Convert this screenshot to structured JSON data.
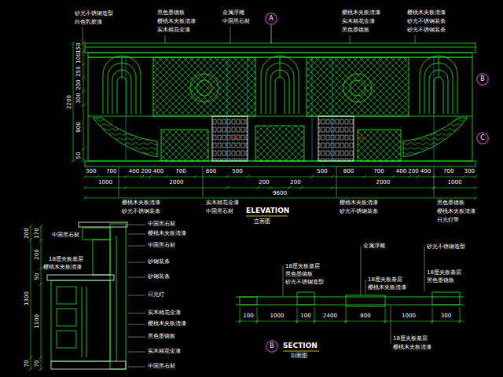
{
  "diagram": {
    "nodes": [
      {
        "text": [
          "A"
        ]
      },
      {
        "text": [
          "B"
        ]
      },
      {
        "text": [
          "C"
        ]
      },
      {
        "text": [
          "B"
        ]
      }
    ],
    "labels": [
      "砂光不锈钢造型",
      "白色乳胶漆",
      "黑色墨镜板",
      "樱桃木夹板清漆",
      "实木精花金漆",
      "金属浮雕",
      "中国黑石材",
      "樱桃木夹板清漆",
      "实木精花金漆",
      "黑色墨镜板",
      "樱桃木夹板清漆",
      "砂光不锈钢装条",
      "砂光不锈钢装条",
      "150",
      "100",
      "250",
      "200",
      "300",
      "900",
      "50",
      "2200",
      "300",
      "700",
      "400",
      "200",
      "400",
      "700",
      "800",
      "500",
      "500",
      "800",
      "700",
      "400",
      "200",
      "400",
      "700",
      "300",
      "1000",
      "2000",
      "200",
      "200",
      "2000",
      "1000",
      "9600",
      "樱桃木夹板清漆",
      "砂光不锈钢装条",
      "实木精花金漆",
      "中国黑石材",
      "樱桃木夹板清漆",
      "砂光不锈钢装条",
      "黑色墨镜板",
      "樱桃木夹板清漆",
      "日光灯带",
      "ELEVATION",
      "立面图",
      "中国黑石材",
      "18厘夹板基层",
      "樱桃木夹板清漆",
      "中国黑石材",
      "樱桃木夹板清漆",
      "中国黑石材",
      "砂钢装条",
      "砂钢装条",
      "日光灯",
      "实木精花金漆",
      "樱桃木夹板清漆",
      "黑色墨镜板",
      "实木精花金漆",
      "中国黑石材",
      "200",
      "1300",
      "70",
      "170",
      "200",
      "50",
      "1100",
      "70",
      "金属浮雕",
      "18厘夹板基层",
      "黑色墨镜板",
      "砂光不锈钢造型",
      "砂光不锈钢造型",
      "18厘夹板基层",
      "黑色墨镜板",
      "18厘夹板基层",
      "樱桃木夹板清漆",
      "100",
      "1000",
      "100",
      "2400",
      "800",
      "1000",
      "300",
      "18厘夹板基层",
      "樱桃木夹板清漆",
      "SECTION",
      "剖面图"
    ]
  }
}
